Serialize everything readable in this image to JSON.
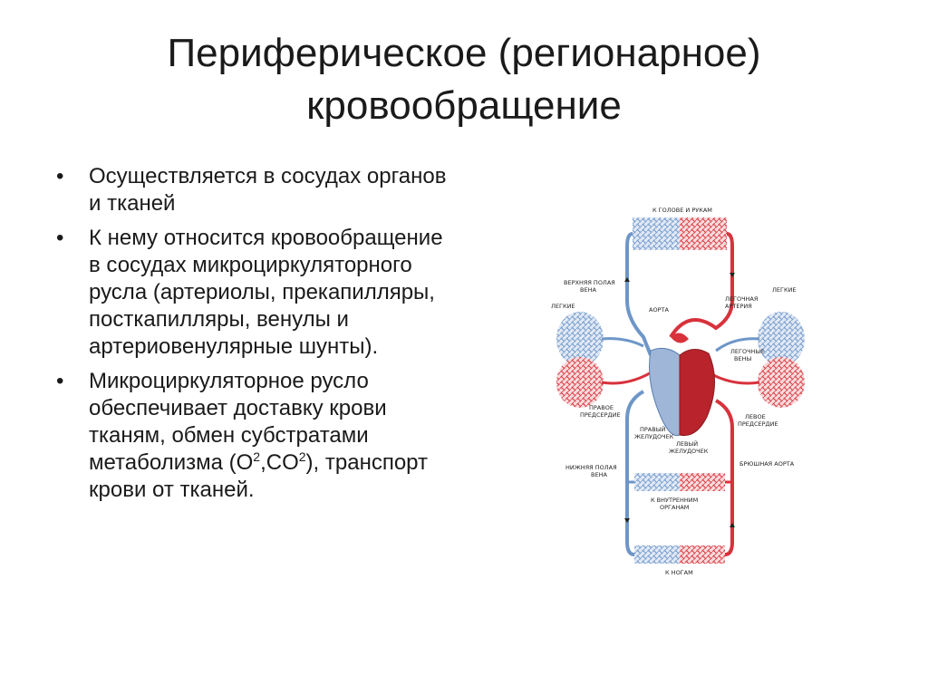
{
  "slide": {
    "title_line1": "Периферическое (регионарное)",
    "title_line2": "кровообращение",
    "bullets": [
      {
        "text": "Осуществляется в сосудах органов и тканей"
      },
      {
        "text": "К нему относится кровообращение в сосудах микроциркуляторного русла (артериолы, прекапилляры, посткапилляры, венулы и артериовенулярные шунты)."
      },
      {
        "text_before": "Микроциркуляторное русло обеспечивает доставку крови тканям, обмен субстратами метаболизма (O",
        "sup1": "2",
        "mid": ",CO",
        "sup2": "2",
        "text_after": "), транспорт крови от тканей."
      }
    ]
  },
  "diagram": {
    "labels": {
      "head_arms": "К ГОЛОВЕ И РУКАМ",
      "svc_1": "ВЕРХНЯЯ ПОЛАЯ",
      "svc_2": "ВЕНА",
      "lungs_left": "ЛЕГКИЕ",
      "lungs_right": "ЛЕГКИЕ",
      "aorta": "АОРТА",
      "pulm_art_1": "ЛЕГОЧНАЯ",
      "pulm_art_2": "АРТЕРИЯ",
      "pulm_veins_1": "ЛЕГОЧНЫЕ",
      "pulm_veins_2": "ВЕНЫ",
      "ra_1": "ПРАВОЕ",
      "ra_2": "ПРЕДСЕРДИЕ",
      "la_1": "ЛЕВОЕ",
      "la_2": "ПРЕДСЕРДИЕ",
      "rv_1": "ПРАВЫЙ",
      "rv_2": "ЖЕЛУДОЧЕК",
      "lv_1": "ЛЕВЫЙ",
      "lv_2": "ЖЕЛУДОЧЕК",
      "ivc_1": "НИЖНЯЯ ПОЛАЯ",
      "ivc_2": "ВЕНА",
      "abd_aorta": "БРЮШНАЯ АОРТА",
      "organs_1": "К ВНУТРЕННИМ",
      "organs_2": "ОРГАНАМ",
      "legs": "К НОГАМ"
    },
    "colors": {
      "arterial": "#d8323c",
      "venous": "#6e96c8"
    }
  }
}
